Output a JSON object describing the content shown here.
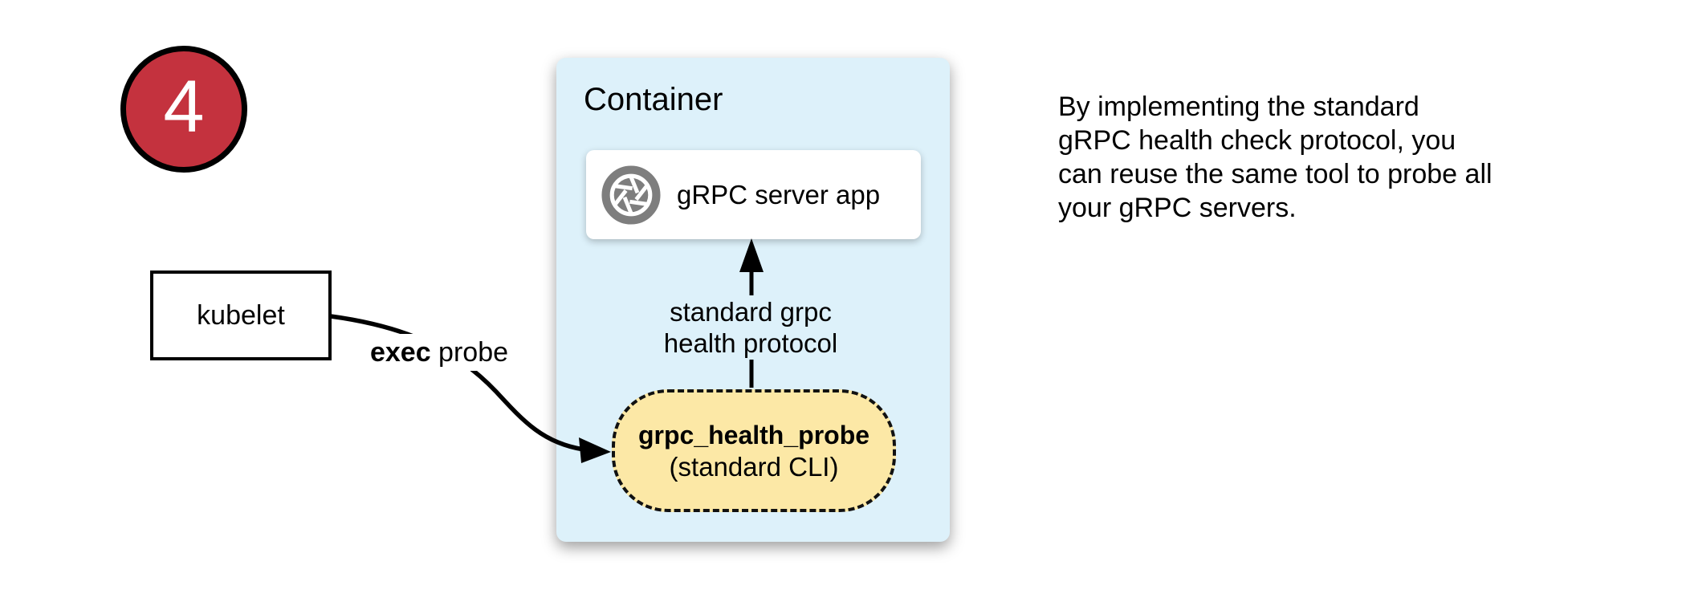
{
  "badge": {
    "number": "4"
  },
  "kubelet": {
    "label": "kubelet"
  },
  "exec_probe": {
    "bold": "exec",
    "rest": " probe"
  },
  "container": {
    "title": "Container",
    "server_card": {
      "label": "gRPC server app",
      "icon": "camera-aperture-icon"
    },
    "protocol_label": {
      "line1": "standard grpc",
      "line2": "health protocol"
    },
    "probe_pill": {
      "title": "grpc_health_probe",
      "subtitle": "(standard CLI)"
    }
  },
  "note": {
    "lines": [
      "By implementing the standard",
      "gRPC health check protocol, you",
      "can reuse the same tool to probe all",
      "your gRPC servers."
    ]
  },
  "colors": {
    "badge_red": "#C4323E",
    "container_blue": "#DDF1FA",
    "pill_yellow": "#FCE8A6",
    "icon_gray": "#7E7E7E",
    "line_black": "#000000"
  }
}
